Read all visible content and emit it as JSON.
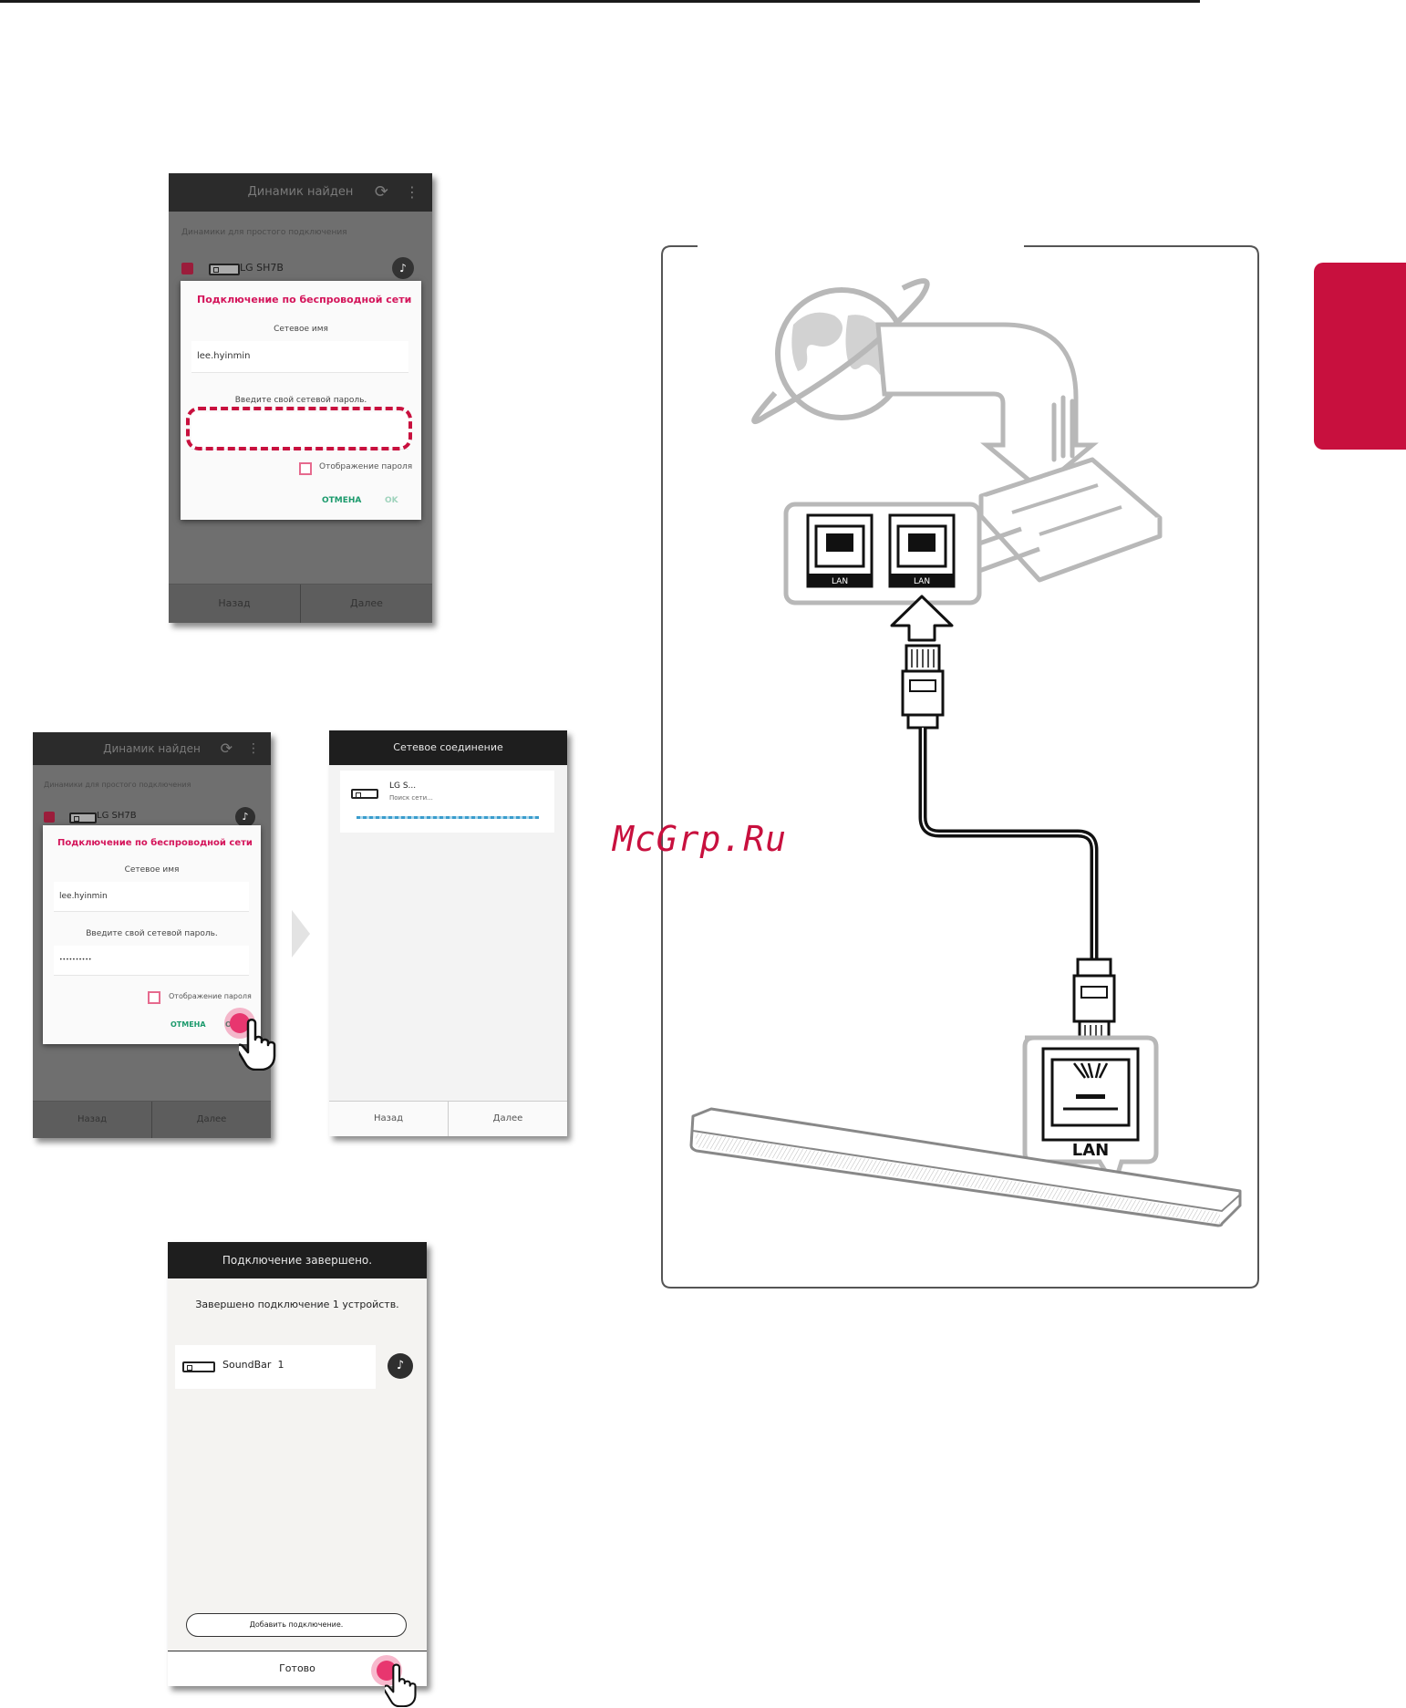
{
  "watermark": "McGrp.Ru",
  "screen1": {
    "title": "Динамик найден",
    "subtitle": "Динамики для простого подключения",
    "device": "LG SH7B",
    "dialog_title": "Подключение по беспроводной сети",
    "network_label": "Сетевое имя",
    "network_value": "lee.hyinmin",
    "password_label": "Введите свой сетевой пароль.",
    "show_password": "Отображение пароля",
    "cancel": "ОТМЕНА",
    "ok": "OK",
    "back": "Назад",
    "next": "Далее"
  },
  "screen2": {
    "title": "Динамик найден",
    "subtitle": "Динамики для простого подключения",
    "device": "LG SH7B",
    "dialog_title": "Подключение по беспроводной сети",
    "network_label": "Сетевое имя",
    "network_value": "lee.hyinmin",
    "password_label": "Введите свой сетевой пароль.",
    "password_value": "••••••••••",
    "show_password": "Отображение пароля",
    "cancel": "ОТМЕНА",
    "ok": "OK",
    "back": "Назад",
    "next": "Далее"
  },
  "screen3": {
    "title": "Сетевое соединение",
    "device": "LG S...",
    "status": "Поиск сети...",
    "back": "Назад",
    "next": "Далее"
  },
  "screen4": {
    "title": "Подключение завершено.",
    "message": "Завершено подключение 1 устройств.",
    "device": "SoundBar  1",
    "add_button": "Добавить подключение.",
    "done": "Готово"
  },
  "diagram": {
    "port_label_1": "LAN",
    "port_label_2": "LAN",
    "soundbar_port_label": "LAN"
  }
}
